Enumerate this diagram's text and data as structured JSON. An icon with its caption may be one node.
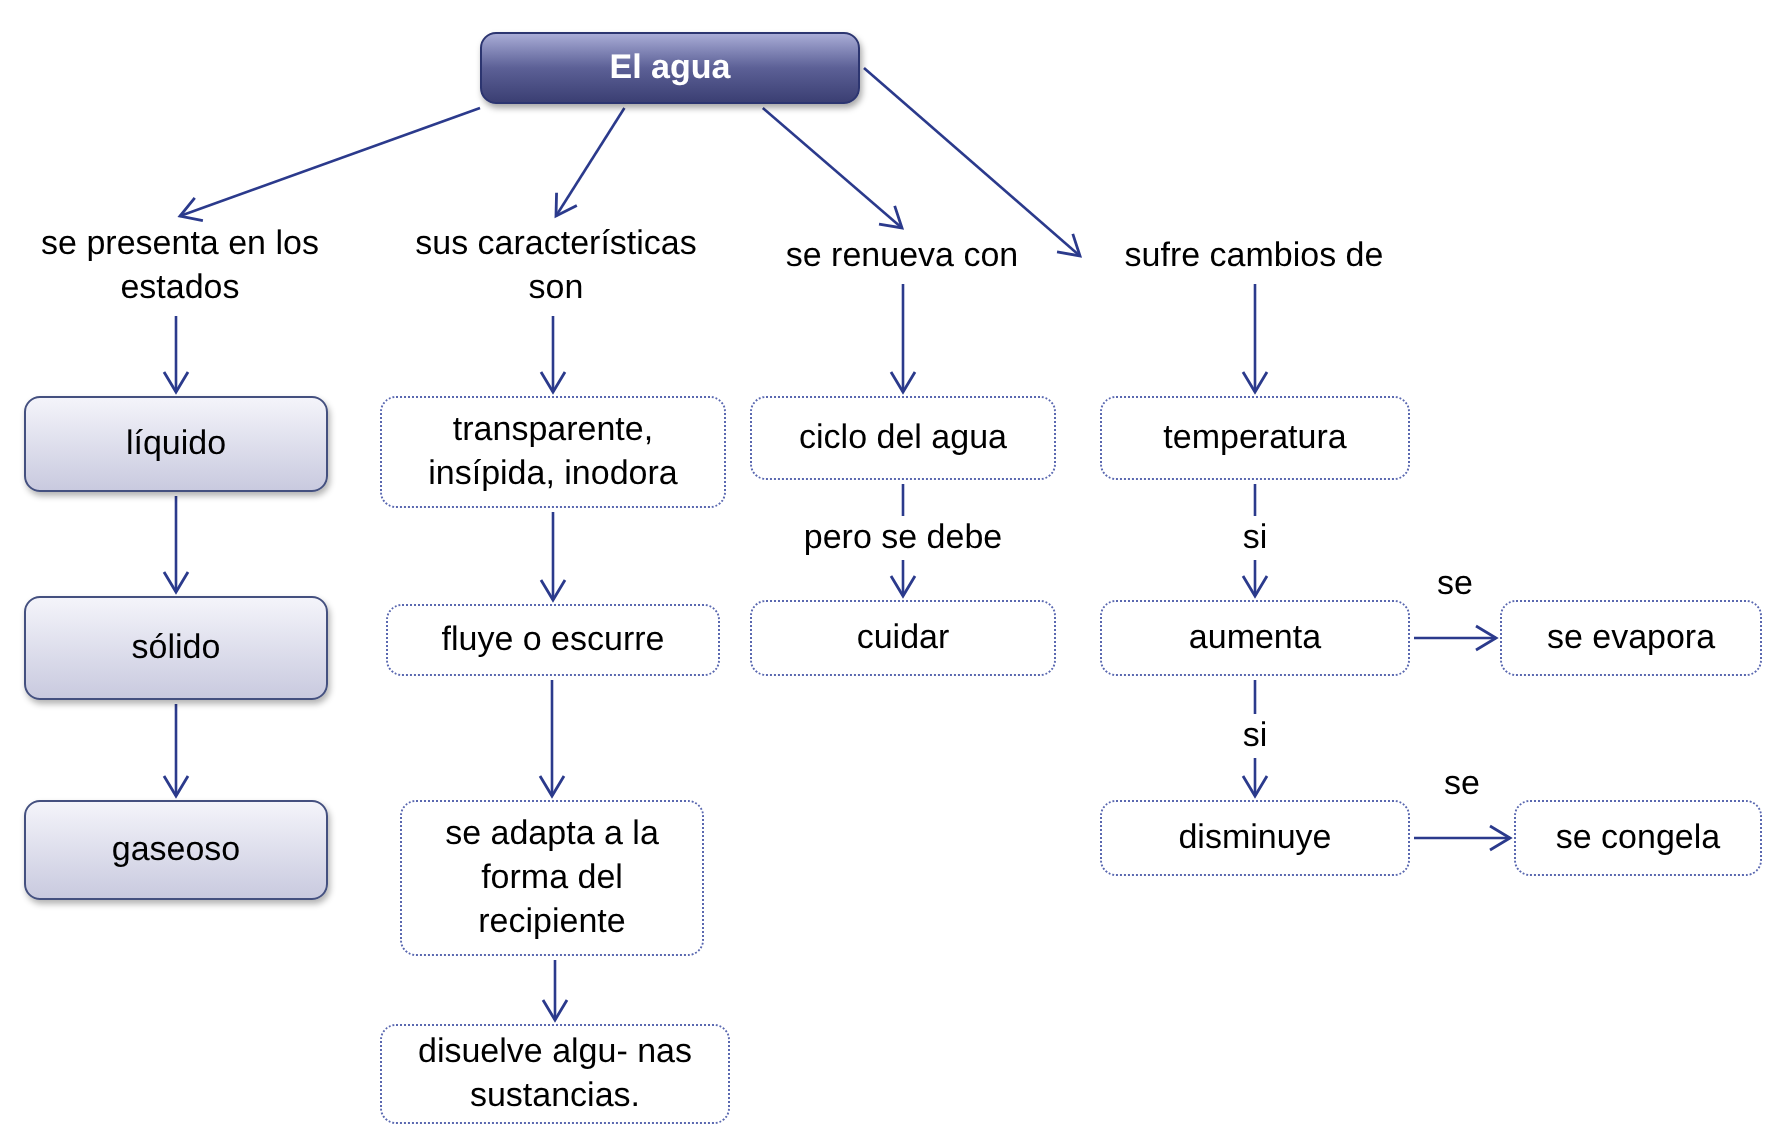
{
  "diagram": {
    "nodes": [
      {
        "text": [
          "El agua"
        ]
      },
      {
        "text": [
          "se presenta en los estados"
        ]
      },
      {
        "text": [
          "sus características son"
        ]
      },
      {
        "text": [
          "se renueva con"
        ]
      },
      {
        "text": [
          "sufre cambios de"
        ]
      },
      {
        "text": [
          "líquido"
        ]
      },
      {
        "text": [
          "sólido"
        ]
      },
      {
        "text": [
          "gaseoso"
        ]
      },
      {
        "text": [
          "transparente, insípida, inodora"
        ]
      },
      {
        "text": [
          "fluye o escurre"
        ]
      },
      {
        "text": [
          "se adapta a la forma del recipiente"
        ]
      },
      {
        "text": [
          "disuelve algu- nas sustancias."
        ]
      },
      {
        "text": [
          "ciclo del agua"
        ]
      },
      {
        "text": [
          "cuidar"
        ]
      },
      {
        "text": [
          "temperatura"
        ]
      },
      {
        "text": [
          "aumenta"
        ]
      },
      {
        "text": [
          "disminuye"
        ]
      },
      {
        "text": [
          "se evapora"
        ]
      },
      {
        "text": [
          "se congela"
        ]
      }
    ],
    "edges": [
      {
        "from": 0,
        "to": 1,
        "arrow": "to"
      },
      {
        "from": 0,
        "to": 2,
        "arrow": "to"
      },
      {
        "from": 0,
        "to": 3,
        "arrow": "to"
      },
      {
        "from": 0,
        "to": 4,
        "arrow": "to"
      },
      {
        "from": 1,
        "to": 5,
        "arrow": "to"
      },
      {
        "from": 5,
        "to": 6,
        "arrow": "to"
      },
      {
        "from": 6,
        "to": 7,
        "arrow": "to"
      },
      {
        "from": 2,
        "to": 8,
        "arrow": "to"
      },
      {
        "from": 8,
        "to": 9,
        "arrow": "to"
      },
      {
        "from": 9,
        "to": 10,
        "arrow": "to"
      },
      {
        "from": 10,
        "to": 11,
        "arrow": "to"
      },
      {
        "from": 3,
        "to": 12,
        "arrow": "to"
      },
      {
        "from": 12,
        "to": 13,
        "arrow": "to",
        "label": "pero se debe"
      },
      {
        "from": 4,
        "to": 14,
        "arrow": "to"
      },
      {
        "from": 14,
        "to": 15,
        "arrow": "to",
        "label": "si"
      },
      {
        "from": 15,
        "to": 16,
        "arrow": "to",
        "label": "si"
      },
      {
        "from": 15,
        "to": 17,
        "arrow": "to",
        "label": "se"
      },
      {
        "from": 16,
        "to": 18,
        "arrow": "to",
        "label": "se"
      }
    ]
  }
}
